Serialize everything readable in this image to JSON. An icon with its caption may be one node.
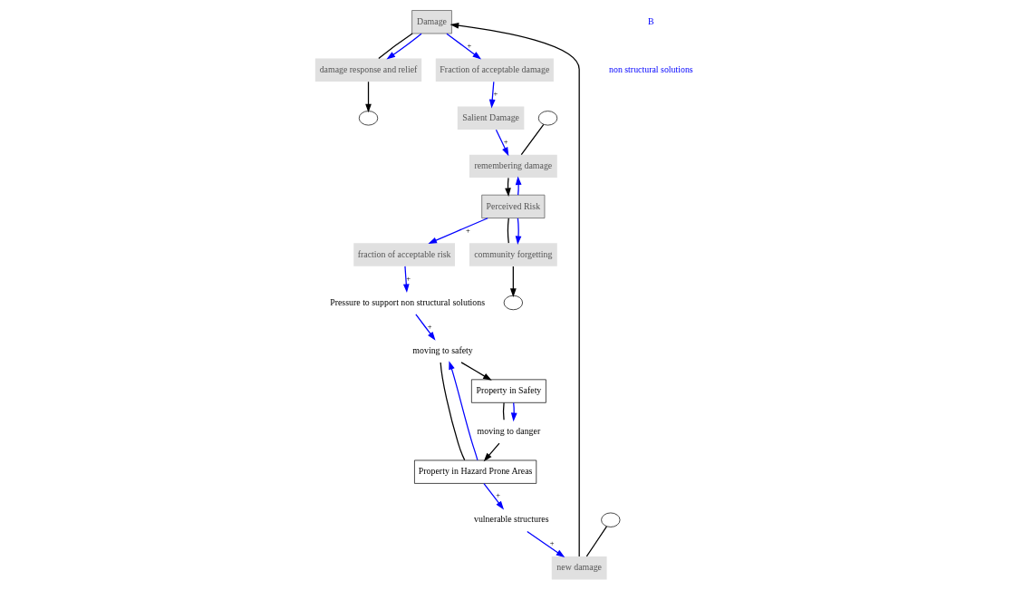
{
  "diagram": {
    "nodes": [
      {
        "text": [
          "Damage"
        ]
      },
      {
        "text": [
          "damage response and relief"
        ]
      },
      {
        "text": [],
        "shape": "cloud"
      },
      {
        "text": [
          "new damage"
        ]
      },
      {
        "text": [],
        "shape": "cloud"
      },
      {
        "text": [
          "Fraction of acceptable damage"
        ]
      },
      {
        "text": [
          "Salient Damage"
        ]
      },
      {
        "text": [
          "Perceived Risk"
        ]
      },
      {
        "text": [
          "community forgetting"
        ]
      },
      {
        "text": [],
        "shape": "cloud"
      },
      {
        "text": [
          "remembering damage"
        ]
      },
      {
        "text": [],
        "shape": "cloud"
      },
      {
        "text": [
          "fraction of acceptable risk"
        ]
      },
      {
        "text": [
          "vulnerable structures"
        ]
      },
      {
        "text": [
          "Property in Hazard Prone Areas"
        ]
      },
      {
        "text": [
          "moving to danger"
        ]
      },
      {
        "text": [
          "moving to safety"
        ]
      },
      {
        "text": [
          "Property in Safety"
        ]
      },
      {
        "text": [
          "Pressure to support non structural solutions"
        ]
      }
    ],
    "edges": [
      {
        "from": 0,
        "to": 1,
        "arrow": "none",
        "color": "#000000"
      },
      {
        "from": 1,
        "to": 2,
        "arrow": "to",
        "color": "#000000"
      },
      {
        "from": 4,
        "to": 3,
        "arrow": "none",
        "color": "#000000"
      },
      {
        "from": 3,
        "to": 0,
        "arrow": "to",
        "color": "#000000"
      },
      {
        "from": 7,
        "to": 8,
        "arrow": "none",
        "color": "#000000"
      },
      {
        "from": 8,
        "to": 9,
        "arrow": "to",
        "color": "#000000"
      },
      {
        "from": 11,
        "to": 10,
        "arrow": "none",
        "color": "#000000"
      },
      {
        "from": 10,
        "to": 7,
        "arrow": "to",
        "color": "#000000"
      },
      {
        "from": 14,
        "to": 16,
        "arrow": "none",
        "color": "#000000"
      },
      {
        "from": 16,
        "to": 17,
        "arrow": "to",
        "color": "#000000"
      },
      {
        "from": 17,
        "to": 15,
        "arrow": "none",
        "color": "#000000"
      },
      {
        "from": 15,
        "to": 14,
        "arrow": "to",
        "color": "#000000"
      },
      {
        "from": 0,
        "to": 1,
        "arrow": "to"
      },
      {
        "from": 0,
        "to": 5,
        "arrow": "to",
        "label": "+"
      },
      {
        "from": 13,
        "to": 3,
        "arrow": "to",
        "label": "+"
      },
      {
        "from": 14,
        "to": 13,
        "arrow": "to",
        "label": "+"
      },
      {
        "from": 5,
        "to": 6,
        "arrow": "to",
        "label": "+"
      },
      {
        "from": 6,
        "to": 10,
        "arrow": "to",
        "label": "+"
      },
      {
        "from": 7,
        "to": 8,
        "arrow": "to"
      },
      {
        "from": 7,
        "to": 10,
        "arrow": "to"
      },
      {
        "from": 7,
        "to": 12,
        "arrow": "to",
        "label": "+"
      },
      {
        "from": 12,
        "to": 18,
        "arrow": "to",
        "label": "+"
      },
      {
        "from": 18,
        "to": 16,
        "arrow": "to",
        "label": "+"
      },
      {
        "from": 14,
        "to": 16,
        "arrow": "to"
      },
      {
        "from": 17,
        "to": 15,
        "arrow": "to"
      }
    ],
    "labels": [
      "B",
      "non structural solutions"
    ]
  }
}
